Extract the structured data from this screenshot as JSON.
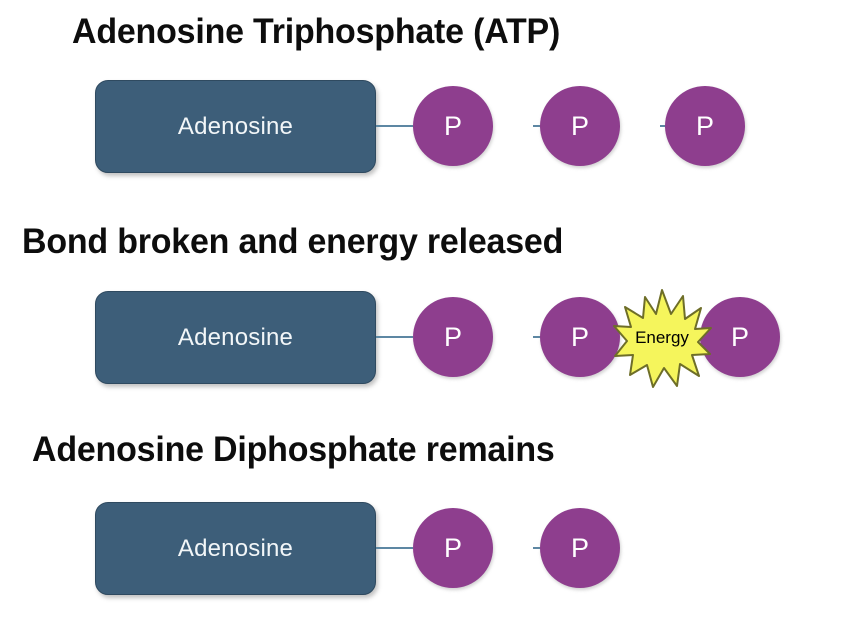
{
  "diagram": {
    "background": "#ffffff",
    "palette": {
      "adenosine_fill": "#3d5e79",
      "phosphate_fill": "#8e3e8e",
      "bond_stroke": "#5d87a3",
      "energy_fill": "#f5f55c",
      "energy_stroke": "#6e6e28",
      "title_color": "#0d0d0d",
      "label_color": "#ffffff"
    },
    "sections": [
      {
        "id": "atp",
        "title": "Adenosine Triphosphate (ATP)",
        "adenosine_label": "Adenosine",
        "phosphates": [
          {
            "label": "P"
          },
          {
            "label": "P"
          },
          {
            "label": "P"
          }
        ],
        "energy": null
      },
      {
        "id": "bond-broken",
        "title": "Bond broken and energy released",
        "adenosine_label": "Adenosine",
        "phosphates": [
          {
            "label": "P"
          },
          {
            "label": "P"
          },
          {
            "label": "P"
          }
        ],
        "energy": {
          "label": "Energy"
        }
      },
      {
        "id": "adp",
        "title": "Adenosine Diphosphate remains",
        "adenosine_label": "Adenosine",
        "phosphates": [
          {
            "label": "P"
          },
          {
            "label": "P"
          }
        ],
        "energy": null
      }
    ]
  }
}
